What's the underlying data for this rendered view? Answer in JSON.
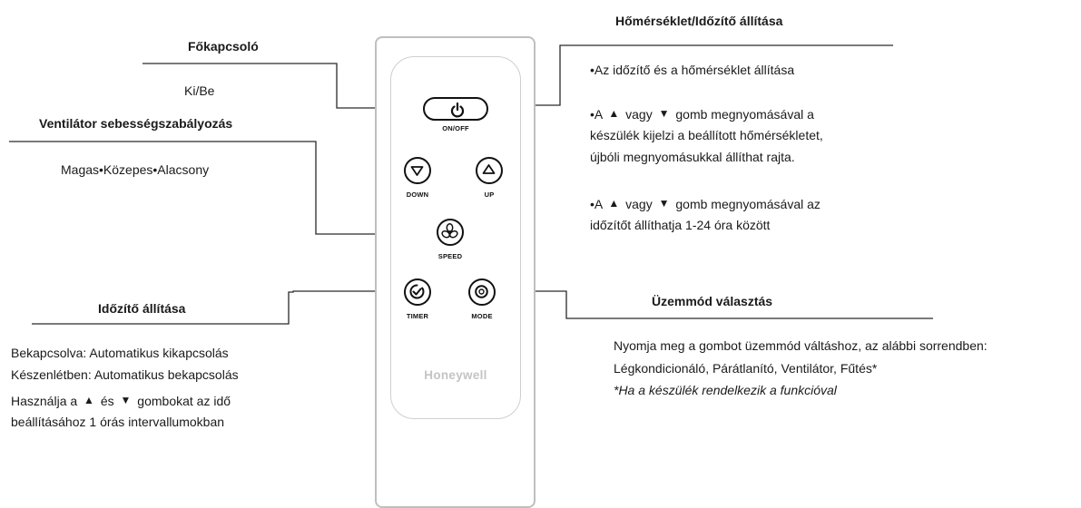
{
  "power": {
    "title": "Főkapcsoló",
    "desc": "Ki/Be"
  },
  "fan": {
    "title": "Ventilátor sebességszabályozás",
    "desc": "Magas•Közepes•Alacsony"
  },
  "timer": {
    "title": "Időzítő állítása",
    "line1": "Bekapcsolva: Automatikus kikapcsolás",
    "line2": "Készenlétben: Automatikus bekapcsolás",
    "line3_a": "Használja a",
    "line3_b": "és",
    "line3_c": "gombokat az idő",
    "line4": "beállításához 1 órás intervallumokban"
  },
  "temp": {
    "title": "Hőmérséklet/Időzítő állítása",
    "bullet1": "•Az időzítő és a hőmérséklet állítása",
    "b2_a": "•A",
    "b2_b": "vagy",
    "b2_c": "gomb megnyomásával a",
    "b2_line2": "készülék kijelzi a beállított hőmérsékletet,",
    "b2_line3": "újbóli megnyomásukkal állíthat rajta.",
    "b3_a": "•A",
    "b3_b": "vagy",
    "b3_c": "gomb megnyomásával az",
    "b3_line2": "időzítőt állíthatja 1-24 óra között"
  },
  "mode": {
    "title": "Üzemmód választás",
    "line1": "Nyomja meg a gombot üzemmód váltáshoz, az alábbi sorrendben:",
    "line2": "Légkondicionáló, Párátlanító, Ventilátor, Fűtés*",
    "note": "*Ha a készülék rendelkezik a funkcióval"
  },
  "remote": {
    "labels": {
      "onoff": "ON/OFF",
      "down": "DOWN",
      "up": "UP",
      "speed": "SPEED",
      "timer": "TIMER",
      "mode": "MODE"
    },
    "brand": "Honeywell"
  },
  "icons": {
    "up_arrow": "▲",
    "down_arrow": "▼"
  },
  "colors": {
    "text": "#1a1a1a",
    "leader_line": "#2a2a2a",
    "remote_outline": "#bfbfbf",
    "brand_text": "#c4c4c4"
  }
}
